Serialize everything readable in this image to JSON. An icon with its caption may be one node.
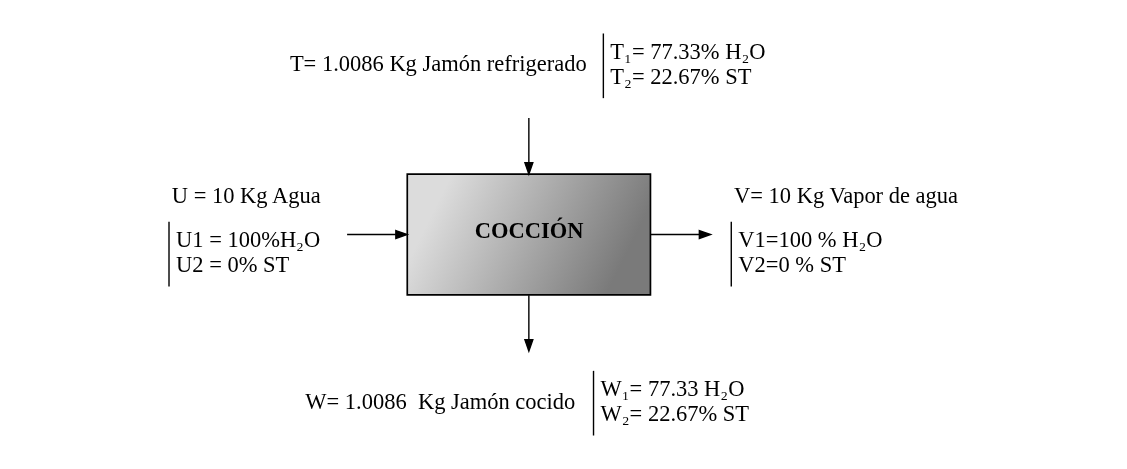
{
  "diagram": {
    "nodes": [
      {
        "text": [
          "COCCIÓN"
        ]
      },
      {
        "text": [
          "T= 1.0086 Kg Jamón refrigerado",
          "T₁= 77.33% H₂O",
          "T₂= 22.67% ST"
        ]
      },
      {
        "text": [
          "U = 10 Kg Agua",
          "U1 = 100%H₂O",
          "U2 = 0% ST"
        ]
      },
      {
        "text": [
          "V= 10 Kg Vapor de agua",
          "V1=100 % H₂O",
          "V2=0 % ST"
        ]
      },
      {
        "text": [
          "W= 1.0086  Kg Jamón cocido",
          "W₁= 77.33 H₂O",
          "W₂= 22.67% ST"
        ]
      }
    ],
    "edges": [
      {
        "from": 1,
        "to": 0,
        "arrow": "to"
      },
      {
        "from": 2,
        "to": 0,
        "arrow": "to"
      },
      {
        "from": 0,
        "to": 3,
        "arrow": "to"
      },
      {
        "from": 0,
        "to": 4,
        "arrow": "to"
      }
    ]
  }
}
